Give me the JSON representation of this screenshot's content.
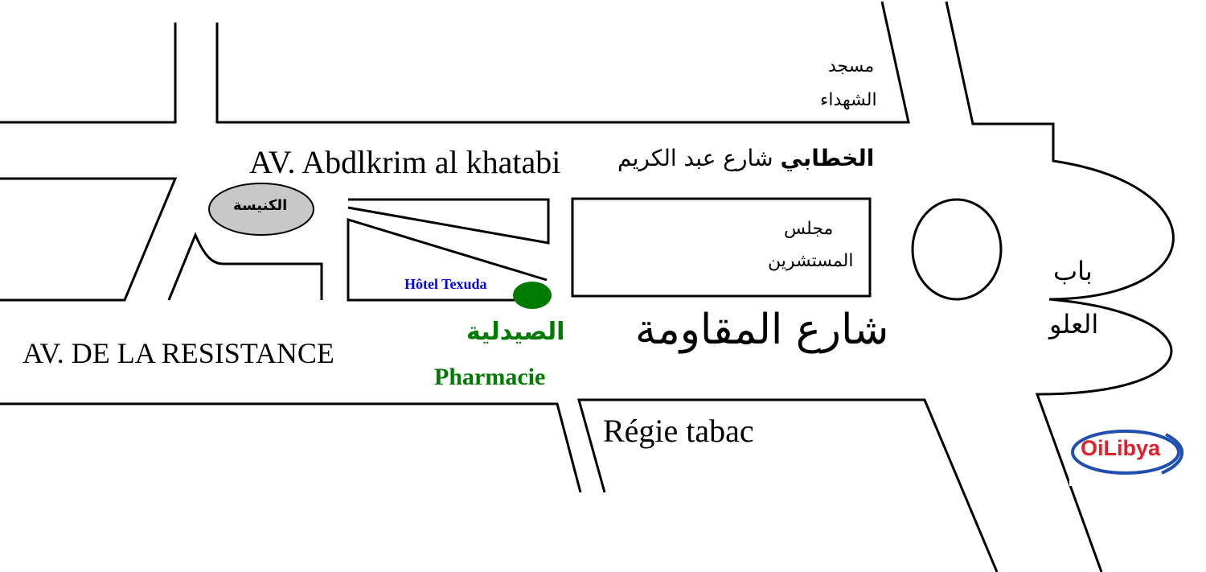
{
  "streets": {
    "abdelkrim_fr": "AV. Abdlkrim al khatabi",
    "abdelkrim_ar_prefix": "شارع عبد الكريم",
    "abdelkrim_ar_bold": "الخطابي",
    "resistance_fr": "AV. DE LA RESISTANCE",
    "resistance_ar": "شارع المقاومة"
  },
  "landmarks": {
    "mosque_line1": "مسجد",
    "mosque_line2": "الشهداء",
    "church": "الكنيسة",
    "hotel": "Hôtel Texuda",
    "pharmacy_ar": "الصيدلية",
    "pharmacy_fr": "Pharmacie",
    "council_line1": "مجلس",
    "council_line2": "المستشرين",
    "gate_line1": "باب",
    "gate_line2": "العلو",
    "tobacco": "Régie tabac",
    "fuel_logo": "OiLibya"
  },
  "colors": {
    "pharmacy": "#007a00",
    "hotel": "#0000ee",
    "church_fill": "#c8c8c8",
    "logo_red": "#e0202a",
    "logo_blue": "#1f4fb0"
  }
}
